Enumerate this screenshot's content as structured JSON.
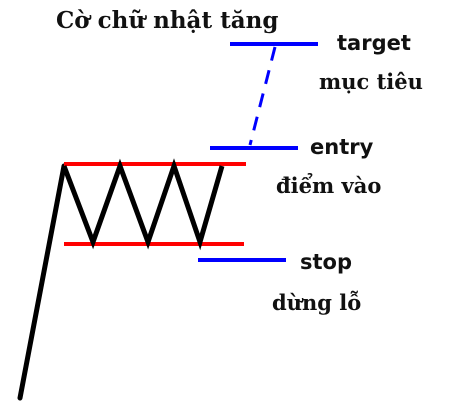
{
  "title": "Cờ chữ nhật tăng",
  "labels": {
    "target_en": "target",
    "target_vi": "mục tiêu",
    "entry_en": "entry",
    "entry_vi": "điểm vào",
    "stop_en": "stop",
    "stop_vi": "dừng lỗ"
  },
  "colors": {
    "price_line": "#000000",
    "range_lines": "#ff0000",
    "levels": "#0000ff",
    "text": "#111111"
  }
}
